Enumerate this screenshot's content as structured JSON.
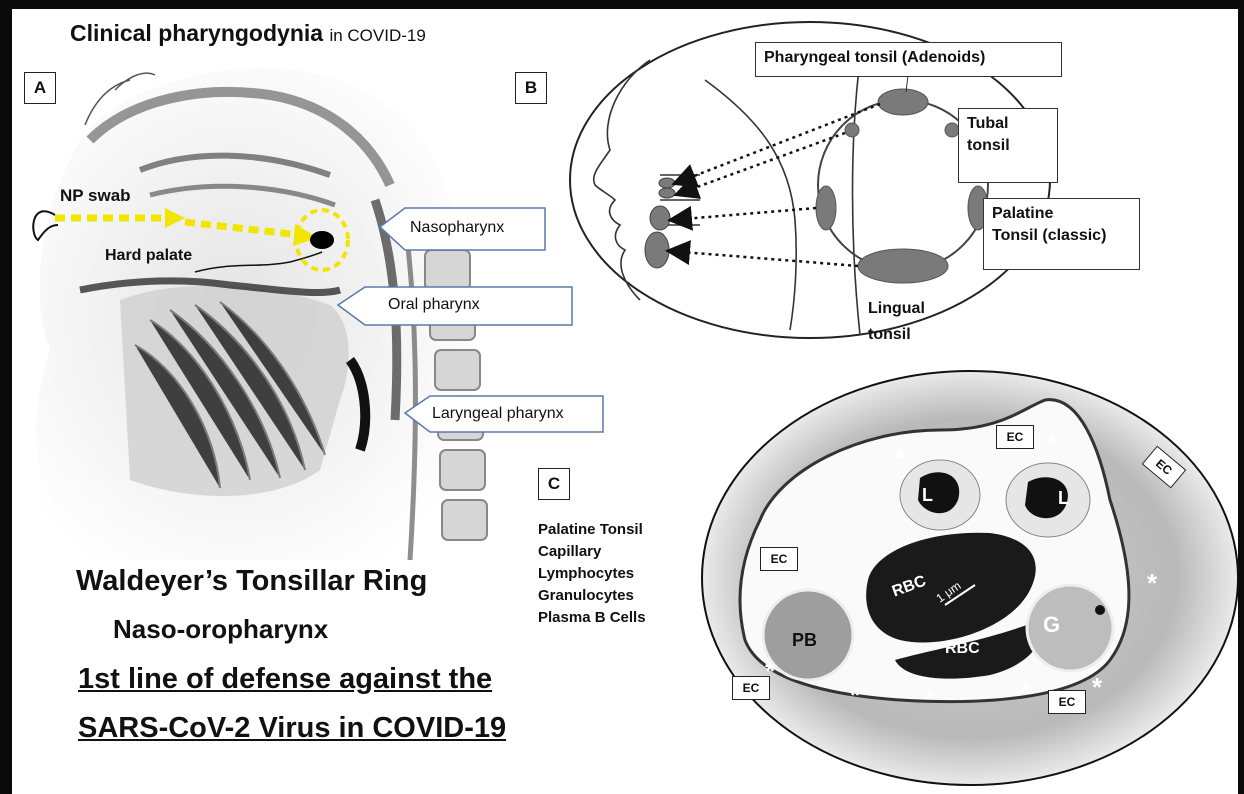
{
  "header": {
    "title_bold": "Clinical pharyngodynia",
    "title_rest": "in COVID-19"
  },
  "panel_a": {
    "label": "A",
    "np_swab": "NP  swab",
    "hard_palate": "Hard palate",
    "nasopharynx": "Nasopharynx",
    "oral_pharynx": "Oral pharynx",
    "laryngeal_pharynx": "Laryngeal pharynx"
  },
  "panel_b": {
    "label": "B",
    "pharyngeal_tonsil": "Pharyngeal tonsil (Adenoids)",
    "tubal_tonsil_1": "Tubal",
    "tubal_tonsil_2": "tonsil",
    "palatine_tonsil_1": "Palatine",
    "palatine_tonsil_2": "Tonsil (classic)",
    "lingual_tonsil_1": "Lingual",
    "lingual_tonsil_2": "tonsil"
  },
  "panel_c": {
    "label": "C",
    "list": [
      "Palatine Tonsil",
      "Capillary",
      "Lymphocytes",
      "Granulocytes",
      "Plasma B Cells"
    ],
    "ec": "EC",
    "rbc": "RBC",
    "scale": "1 μm",
    "lymphocyte": "L",
    "plasma_b": "PB",
    "granulocyte": "G",
    "asterisk": "*"
  },
  "footer": {
    "line1": "Waldeyer’s Tonsillar Ring",
    "line2": "Naso-oropharynx",
    "line3": "1st line of defense against the",
    "line4": "SARS-CoV-2 Virus in COVID-19"
  },
  "colors": {
    "swab": "#f2e600",
    "box_fill": "#ffffff",
    "tonsil": "#7a7a7a",
    "arrow_box": "#5a7aa8"
  }
}
